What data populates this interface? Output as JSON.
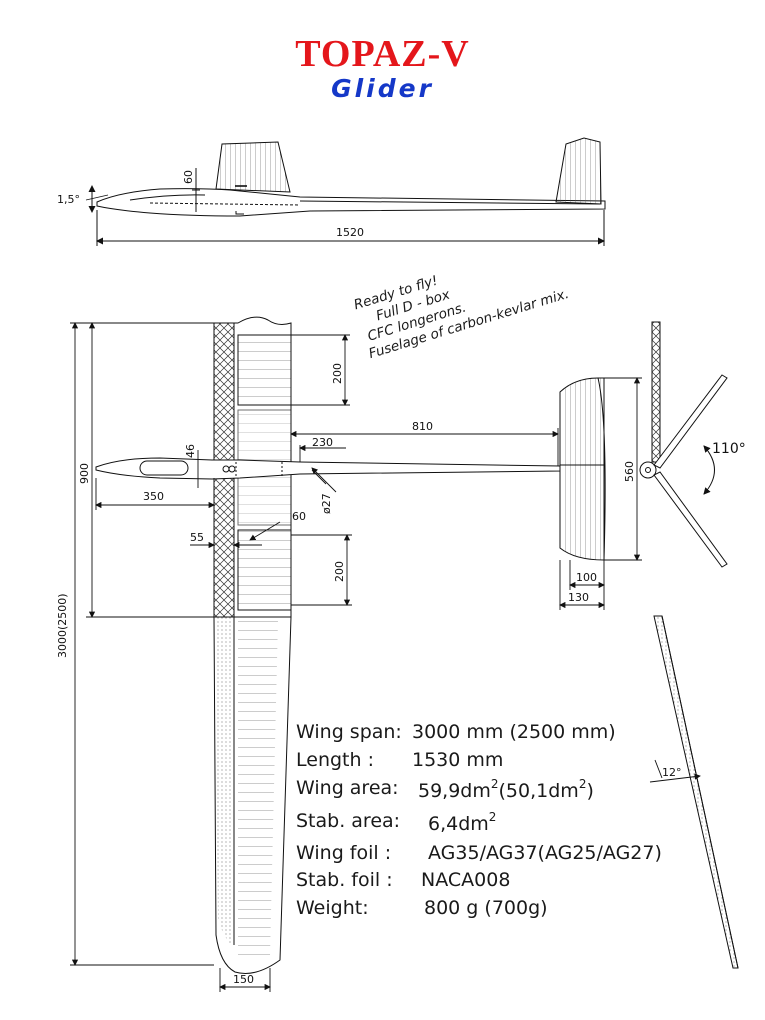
{
  "title": {
    "main": "TOPAZ-V",
    "sub": "Glider"
  },
  "notes": [
    "Ready to fly!",
    "Full  D - box",
    "CFC longerons.",
    "Fuselage of carbon-kevlar mix."
  ],
  "dimensions": {
    "side_angle": "1,5°",
    "fin_height": "60",
    "length": "1520",
    "panel_top": "200",
    "panel_bottom": "200",
    "tail_arm": "810",
    "boom_start": "230",
    "fus_width": "46",
    "half_panel": "900",
    "nose": "350",
    "boom_dia": "ø27",
    "wing_offset": "60",
    "wing_te": "55",
    "stab_span": "560",
    "stab_tip": "100",
    "stab_root": "130",
    "span_label": "3000(2500)",
    "tip_chord": "150",
    "dihedral_v": "110°",
    "dihedral_w": "12°"
  },
  "specs": [
    {
      "label": "Wing span:",
      "value": "3000 mm (2500 mm)"
    },
    {
      "label": "Length :",
      "value": "1530 mm"
    },
    {
      "label": "Wing area:",
      "value": "59,9dm",
      "sup": "2",
      "value2": "(50,1dm",
      "sup2": "2",
      "value3": ")"
    },
    {
      "label": "Stab. area:",
      "value": "6,4dm",
      "sup": "2"
    },
    {
      "label": "Wing foil  :",
      "value": "AG35/AG37(AG25/AG27)"
    },
    {
      "label": "Stab. foil :",
      "value": "NACA008"
    },
    {
      "label": "Weight:",
      "value": "800 g (700g)"
    }
  ]
}
